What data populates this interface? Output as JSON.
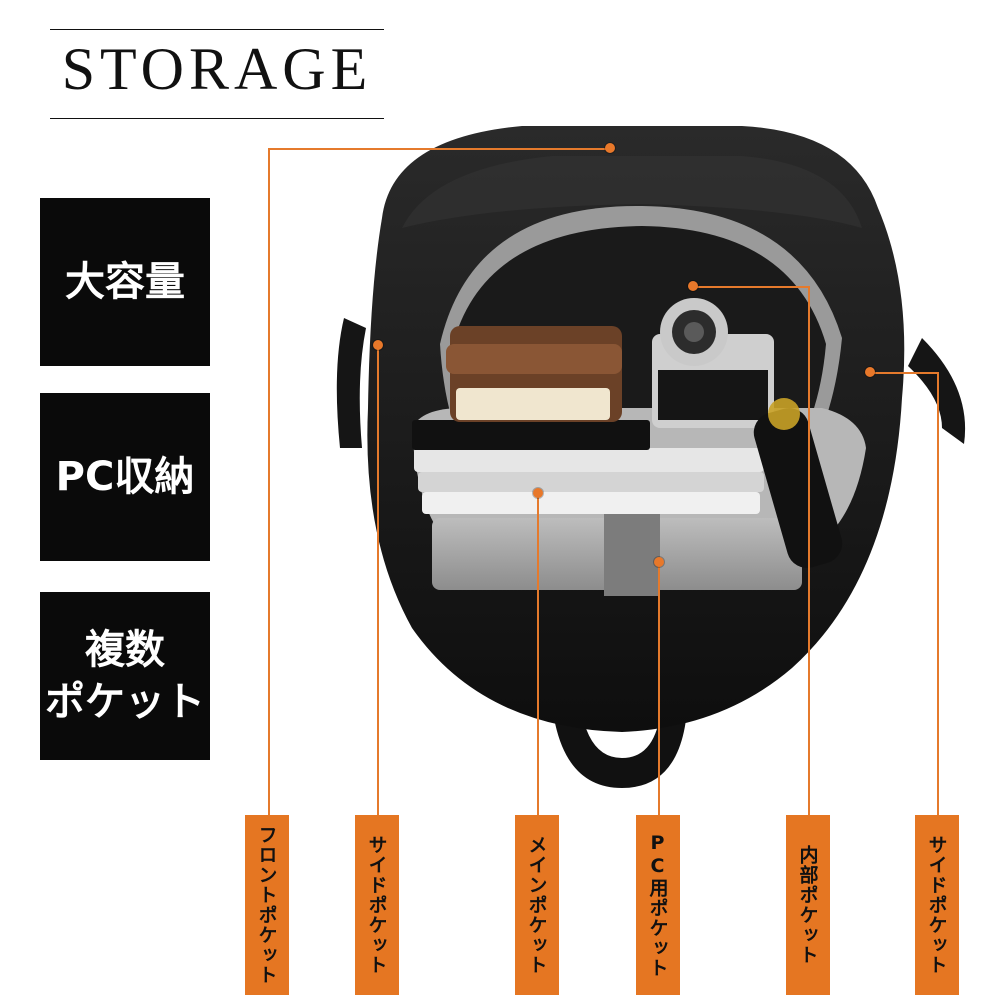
{
  "header": {
    "title": "STORAGE"
  },
  "features": [
    {
      "label": "大容量"
    },
    {
      "label": "PC収納"
    },
    {
      "label": "複数\nポケット"
    }
  ],
  "callouts": [
    {
      "label": "フロントポケット"
    },
    {
      "label": "サイドポケット"
    },
    {
      "label": "メインポケット"
    },
    {
      "label": "PC用ポケット"
    },
    {
      "label": "内部ポケット"
    },
    {
      "label": "サイドポケット"
    }
  ],
  "colors": {
    "accent": "#e57622",
    "feature_bg": "#0a0a0a",
    "text": "#111111"
  }
}
